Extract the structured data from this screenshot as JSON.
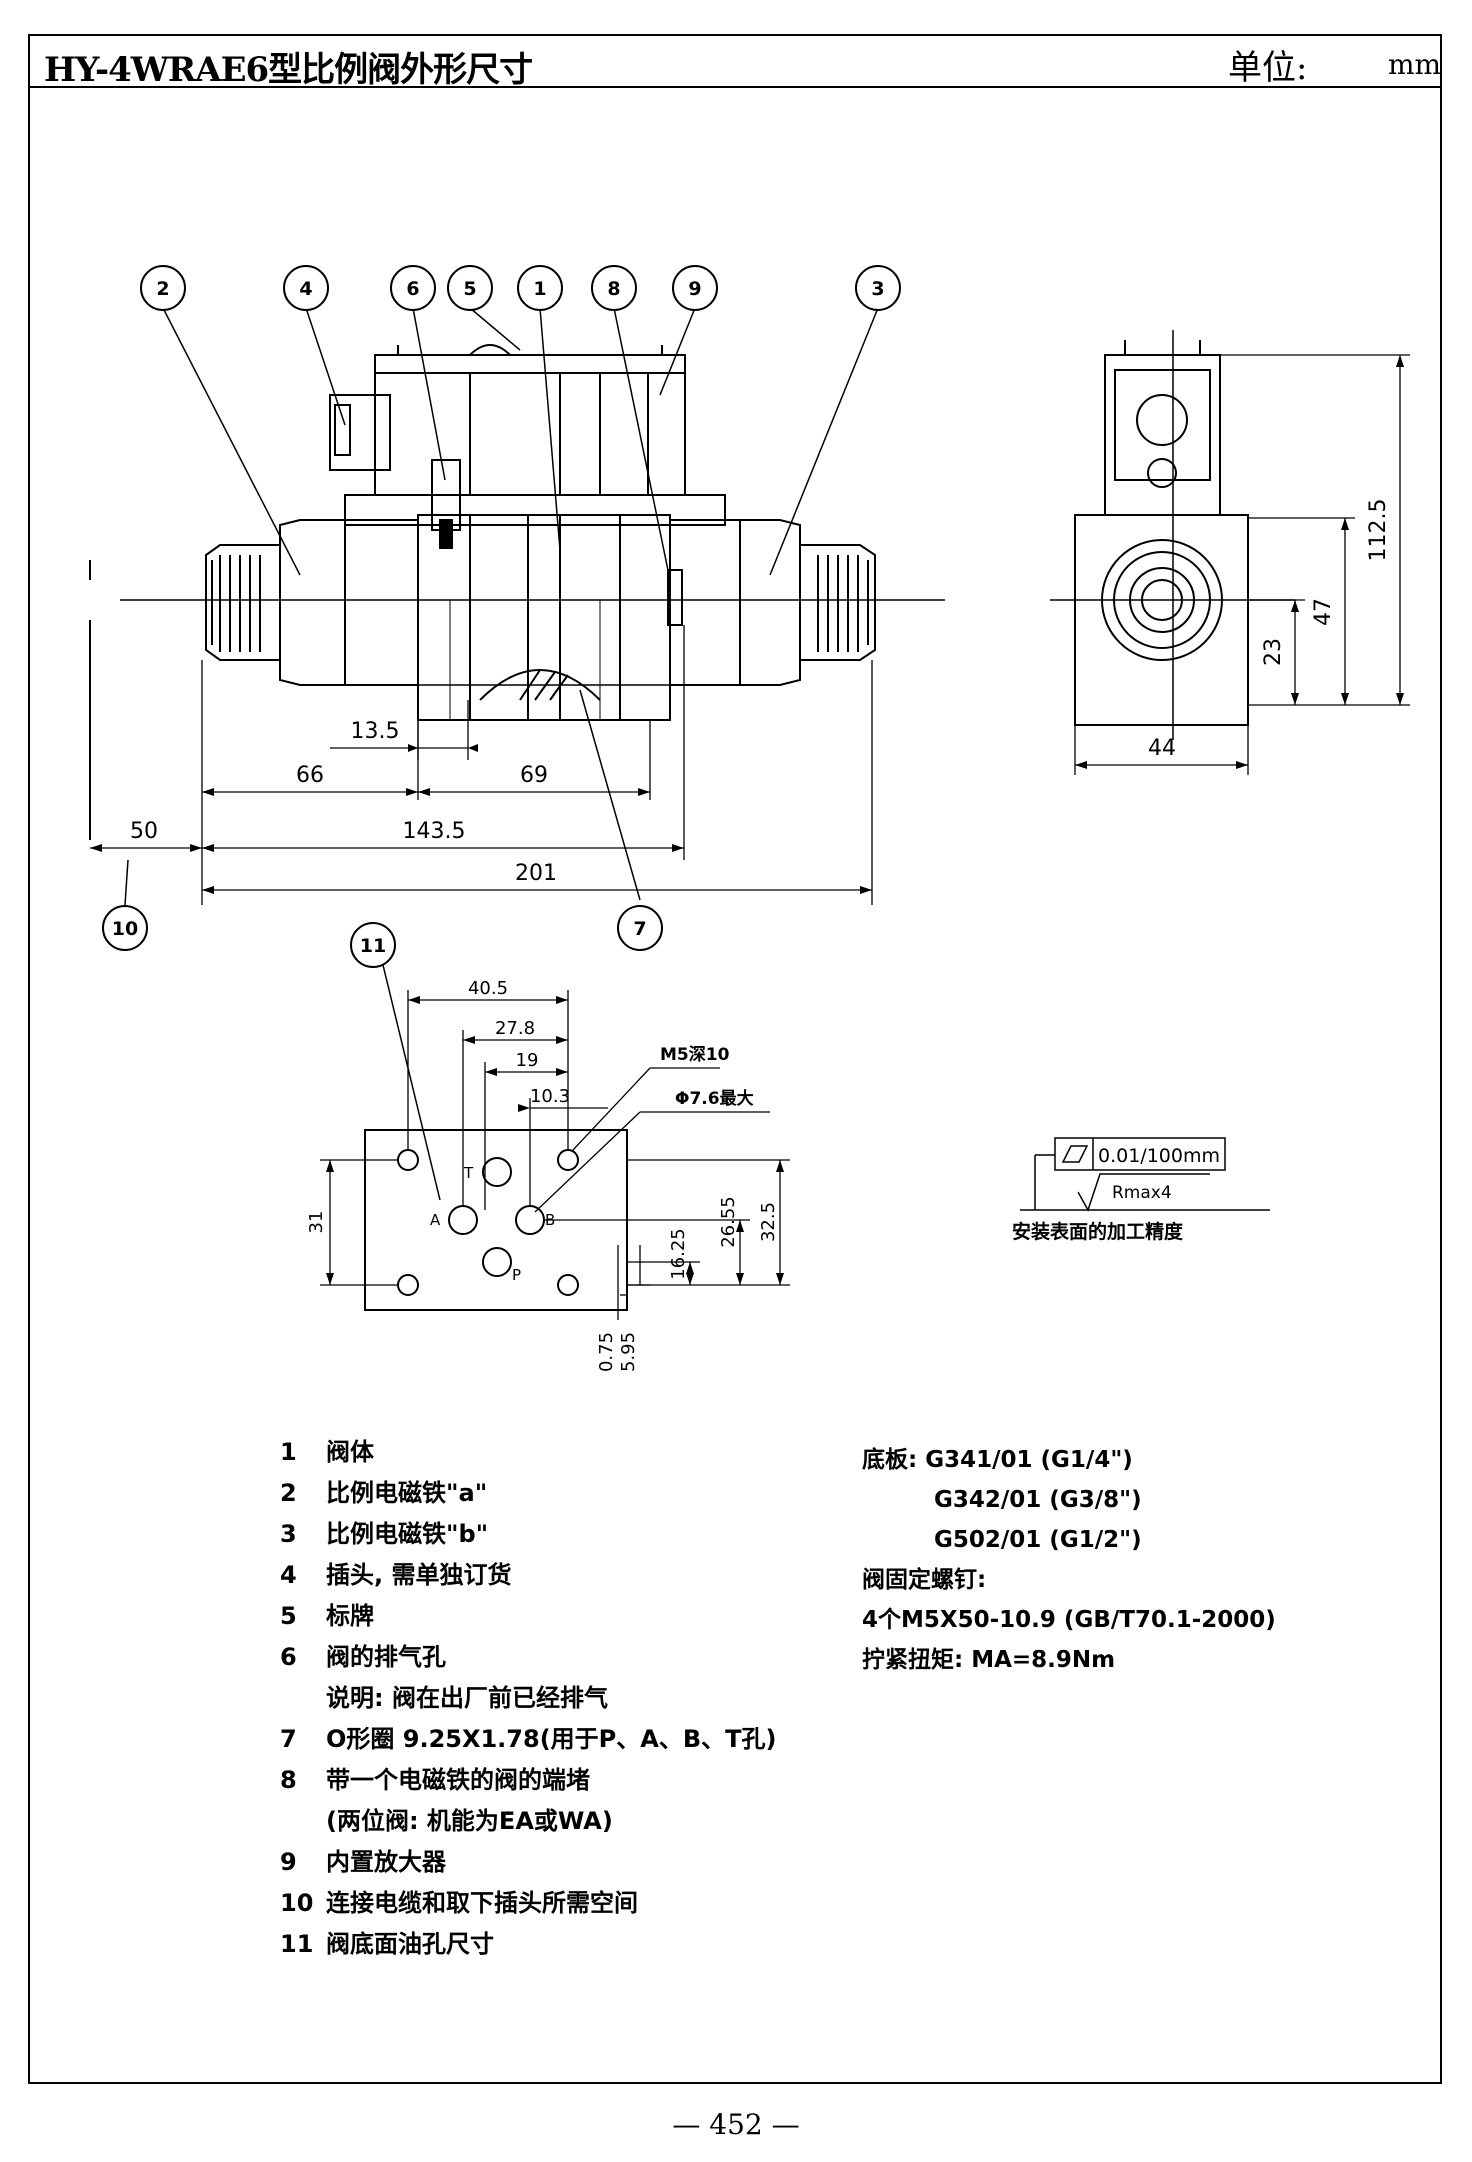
{
  "header": {
    "title": "HY-4WRAE6型比例阀外形尺寸",
    "unit_label": "单位:",
    "unit_value": "mm"
  },
  "callouts": [
    "1",
    "2",
    "3",
    "4",
    "5",
    "6",
    "7",
    "8",
    "9",
    "10",
    "11"
  ],
  "dimensions": {
    "d13_5": "13.5",
    "d66": "66",
    "d69": "69",
    "d50": "50",
    "d143_5": "143.5",
    "d201": "201",
    "d112_5": "112.5",
    "d47": "47",
    "d23": "23",
    "d44": "44",
    "d40_5": "40.5",
    "d27_8": "27.8",
    "d19": "19",
    "d10_3": "10.3",
    "d31": "31",
    "d16_25": "16.25",
    "d26_55": "26.55",
    "d32_5": "32.5",
    "d0_75": "0.75",
    "d5_95": "5.95"
  },
  "port_labels": {
    "T": "T",
    "A": "A",
    "B": "B",
    "P": "P"
  },
  "hole_notes": {
    "thread": "M5深10",
    "bore": "Φ7.6最大"
  },
  "surface_spec": {
    "flatness": "0.01/100mm",
    "roughness": "Rmax4",
    "caption": "安装表面的加工精度"
  },
  "legend": [
    {
      "no": "1",
      "text": "阀体"
    },
    {
      "no": "2",
      "text": "比例电磁铁\"a\""
    },
    {
      "no": "3",
      "text": "比例电磁铁\"b\""
    },
    {
      "no": "4",
      "text": "插头, 需单独订货"
    },
    {
      "no": "5",
      "text": "标牌"
    },
    {
      "no": "6",
      "text": "阀的排气孔"
    },
    {
      "no": "",
      "text": "说明: 阀在出厂前已经排气"
    },
    {
      "no": "7",
      "text": "O形圈 9.25X1.78(用于P、A、B、T孔)"
    },
    {
      "no": "8",
      "text": "带一个电磁铁的阀的端堵"
    },
    {
      "no": "",
      "text": "(两位阀: 机能为EA或WA)"
    },
    {
      "no": "9",
      "text": "内置放大器"
    },
    {
      "no": "10",
      "text": "连接电缆和取下插头所需空间"
    },
    {
      "no": "11",
      "text": "阀底面油孔尺寸"
    }
  ],
  "notes": {
    "subplate_label": "底板:",
    "subplates": [
      "G341/01 (G1/4\")",
      "G342/01 (G3/8\")",
      "G502/01 (G1/2\")"
    ],
    "screws_title": "阀固定螺钉:",
    "screws": "4个M5X50-10.9 (GB/T70.1-2000)",
    "torque": "拧紧扭矩: MA=8.9Nm"
  },
  "page_number": "— 452 —"
}
